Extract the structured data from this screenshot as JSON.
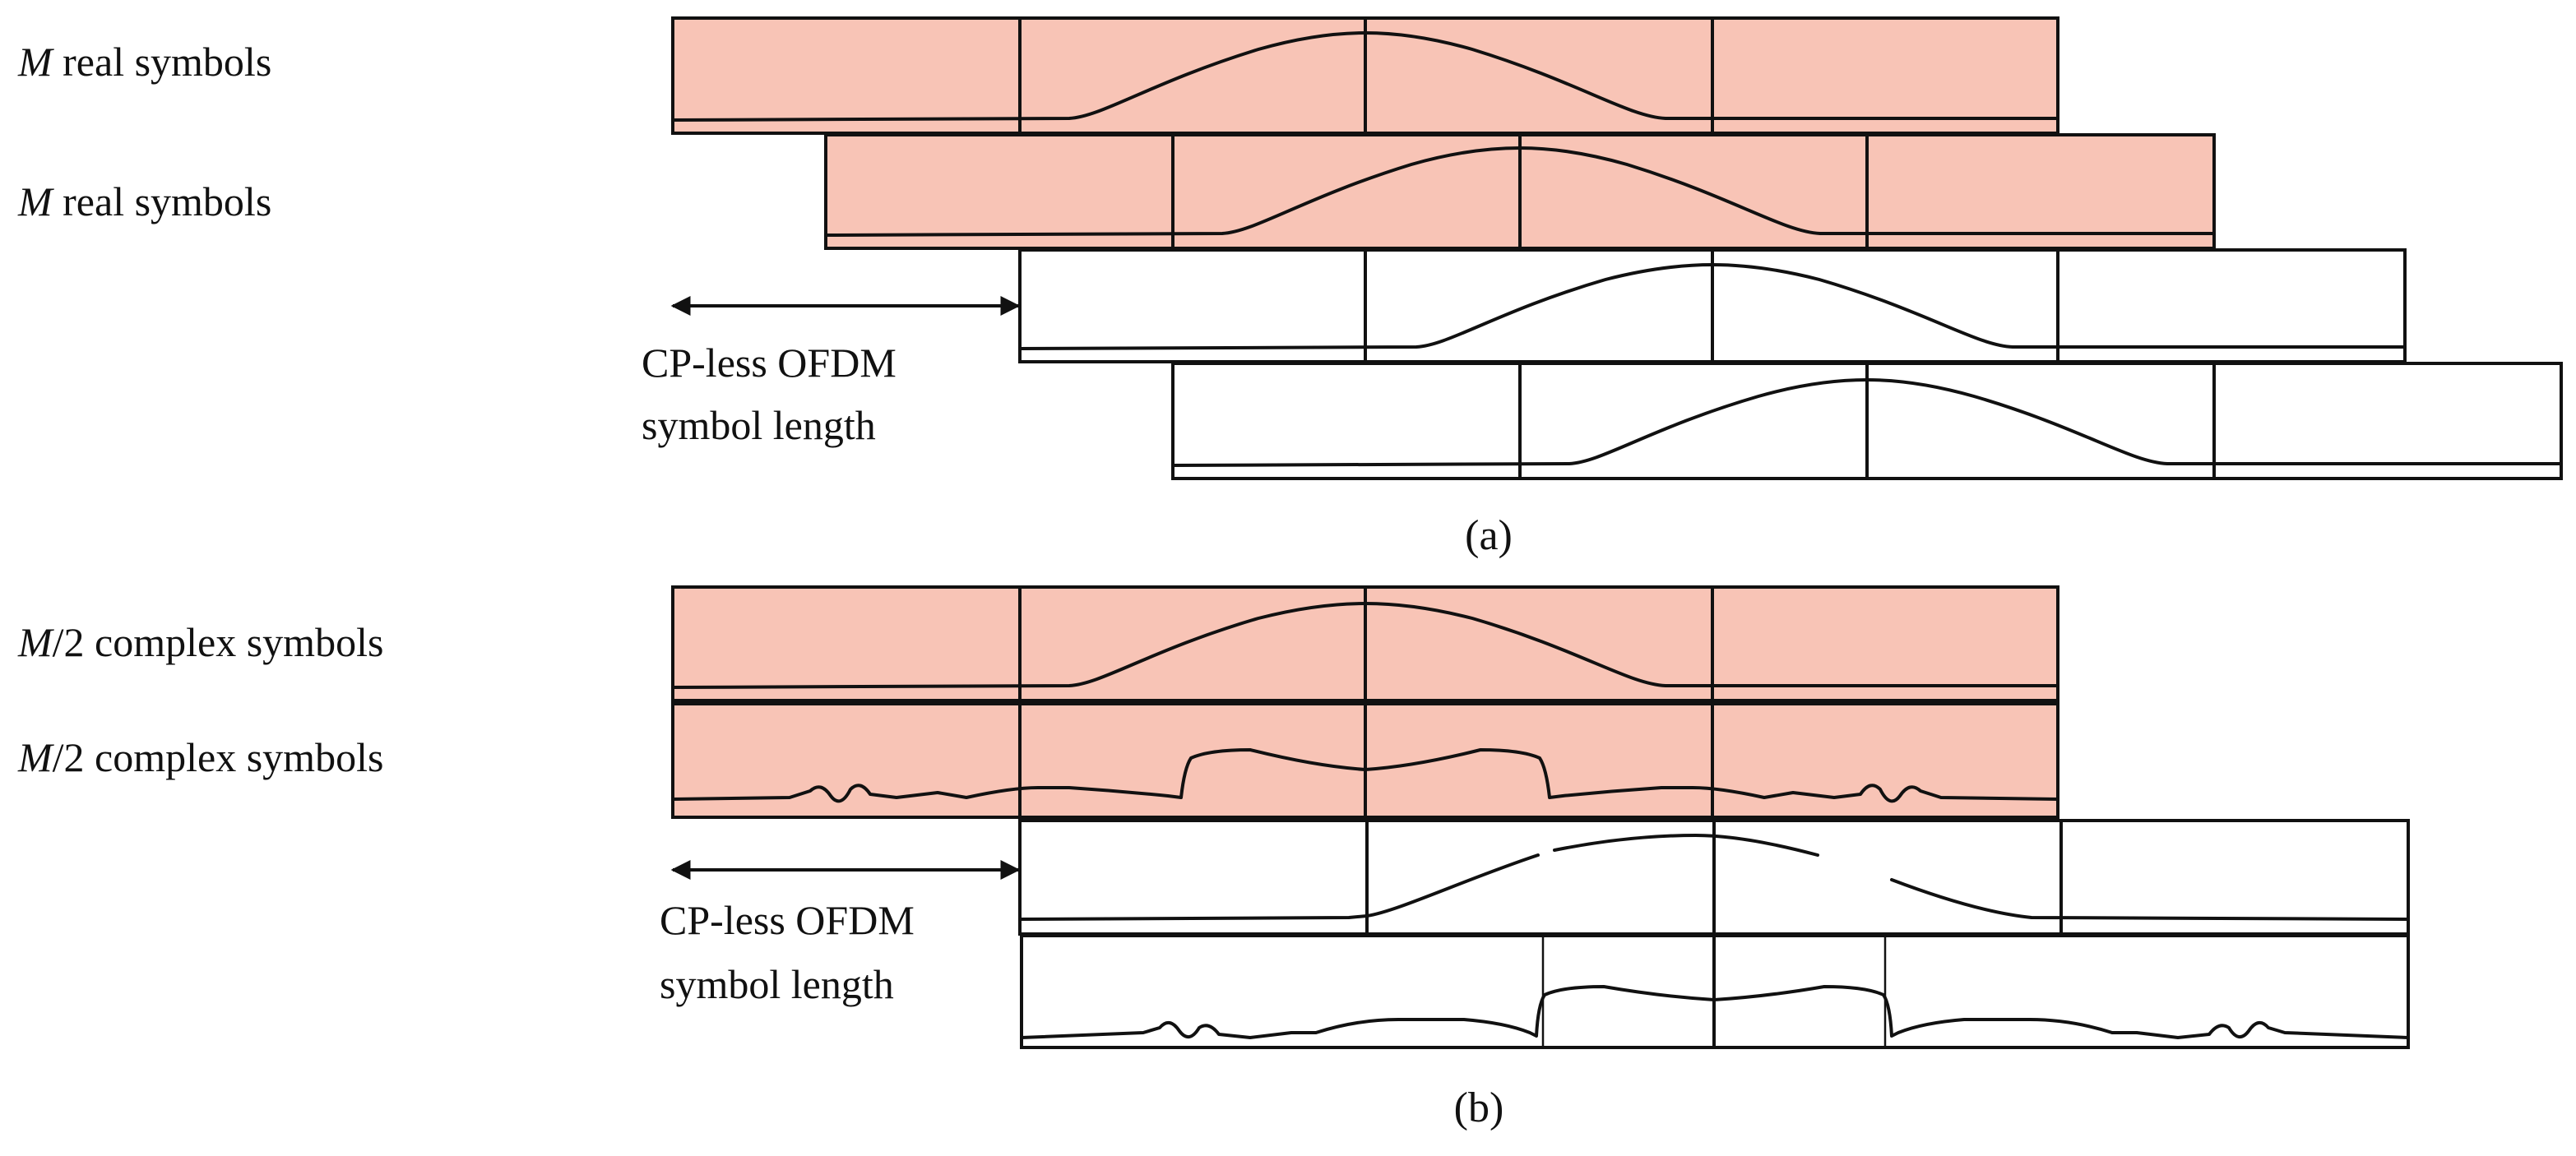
{
  "panel_a": {
    "caption": "(a)",
    "row1_label_var": "M",
    "row1_label_text": " real symbols",
    "row2_label_var": "M",
    "row2_label_text": " real symbols",
    "length_label_line1": "CP-less OFDM",
    "length_label_line2": "symbol length"
  },
  "panel_b": {
    "caption": "(b)",
    "row1_label_var": "M",
    "row1_label_text": "/2 complex symbols",
    "row2_label_var": "M",
    "row2_label_text": "/2 complex symbols",
    "length_label_line1": "CP-less OFDM",
    "length_label_line2": "symbol length"
  },
  "colors": {
    "highlight_fill": "#f8c4b6",
    "plain_fill": "#ffffff",
    "stroke": "#111111"
  }
}
